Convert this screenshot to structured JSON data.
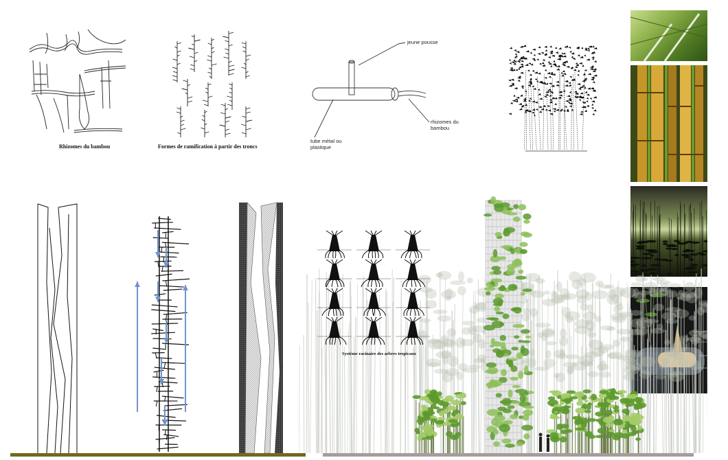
{
  "captions": {
    "rhizomes": "Rhizomes du bambou",
    "ramification": "Formes de ramification à partir des troncs",
    "roots": "Système racinaire des arbres tropicaux"
  },
  "tube_diagram": {
    "label_shoot": "jeune pousse",
    "label_rhizome_line1": "rhizomes du",
    "label_rhizome_line2": "bambou",
    "label_tube_line1": "tube métal ou",
    "label_tube_line2": "plastique"
  },
  "colors": {
    "ground_olive": "#6f6a1c",
    "ground_grey": "#a89b9b",
    "arrow_blue": "#6f95cc",
    "foliage": "#5d9a2f"
  },
  "photos": [
    {
      "name": "bamboo-canopy-photo"
    },
    {
      "name": "golden-bamboo-stems-photo"
    },
    {
      "name": "bamboo-silhouette-dusk-photo"
    },
    {
      "name": "tube-shoot-render-photo"
    }
  ]
}
